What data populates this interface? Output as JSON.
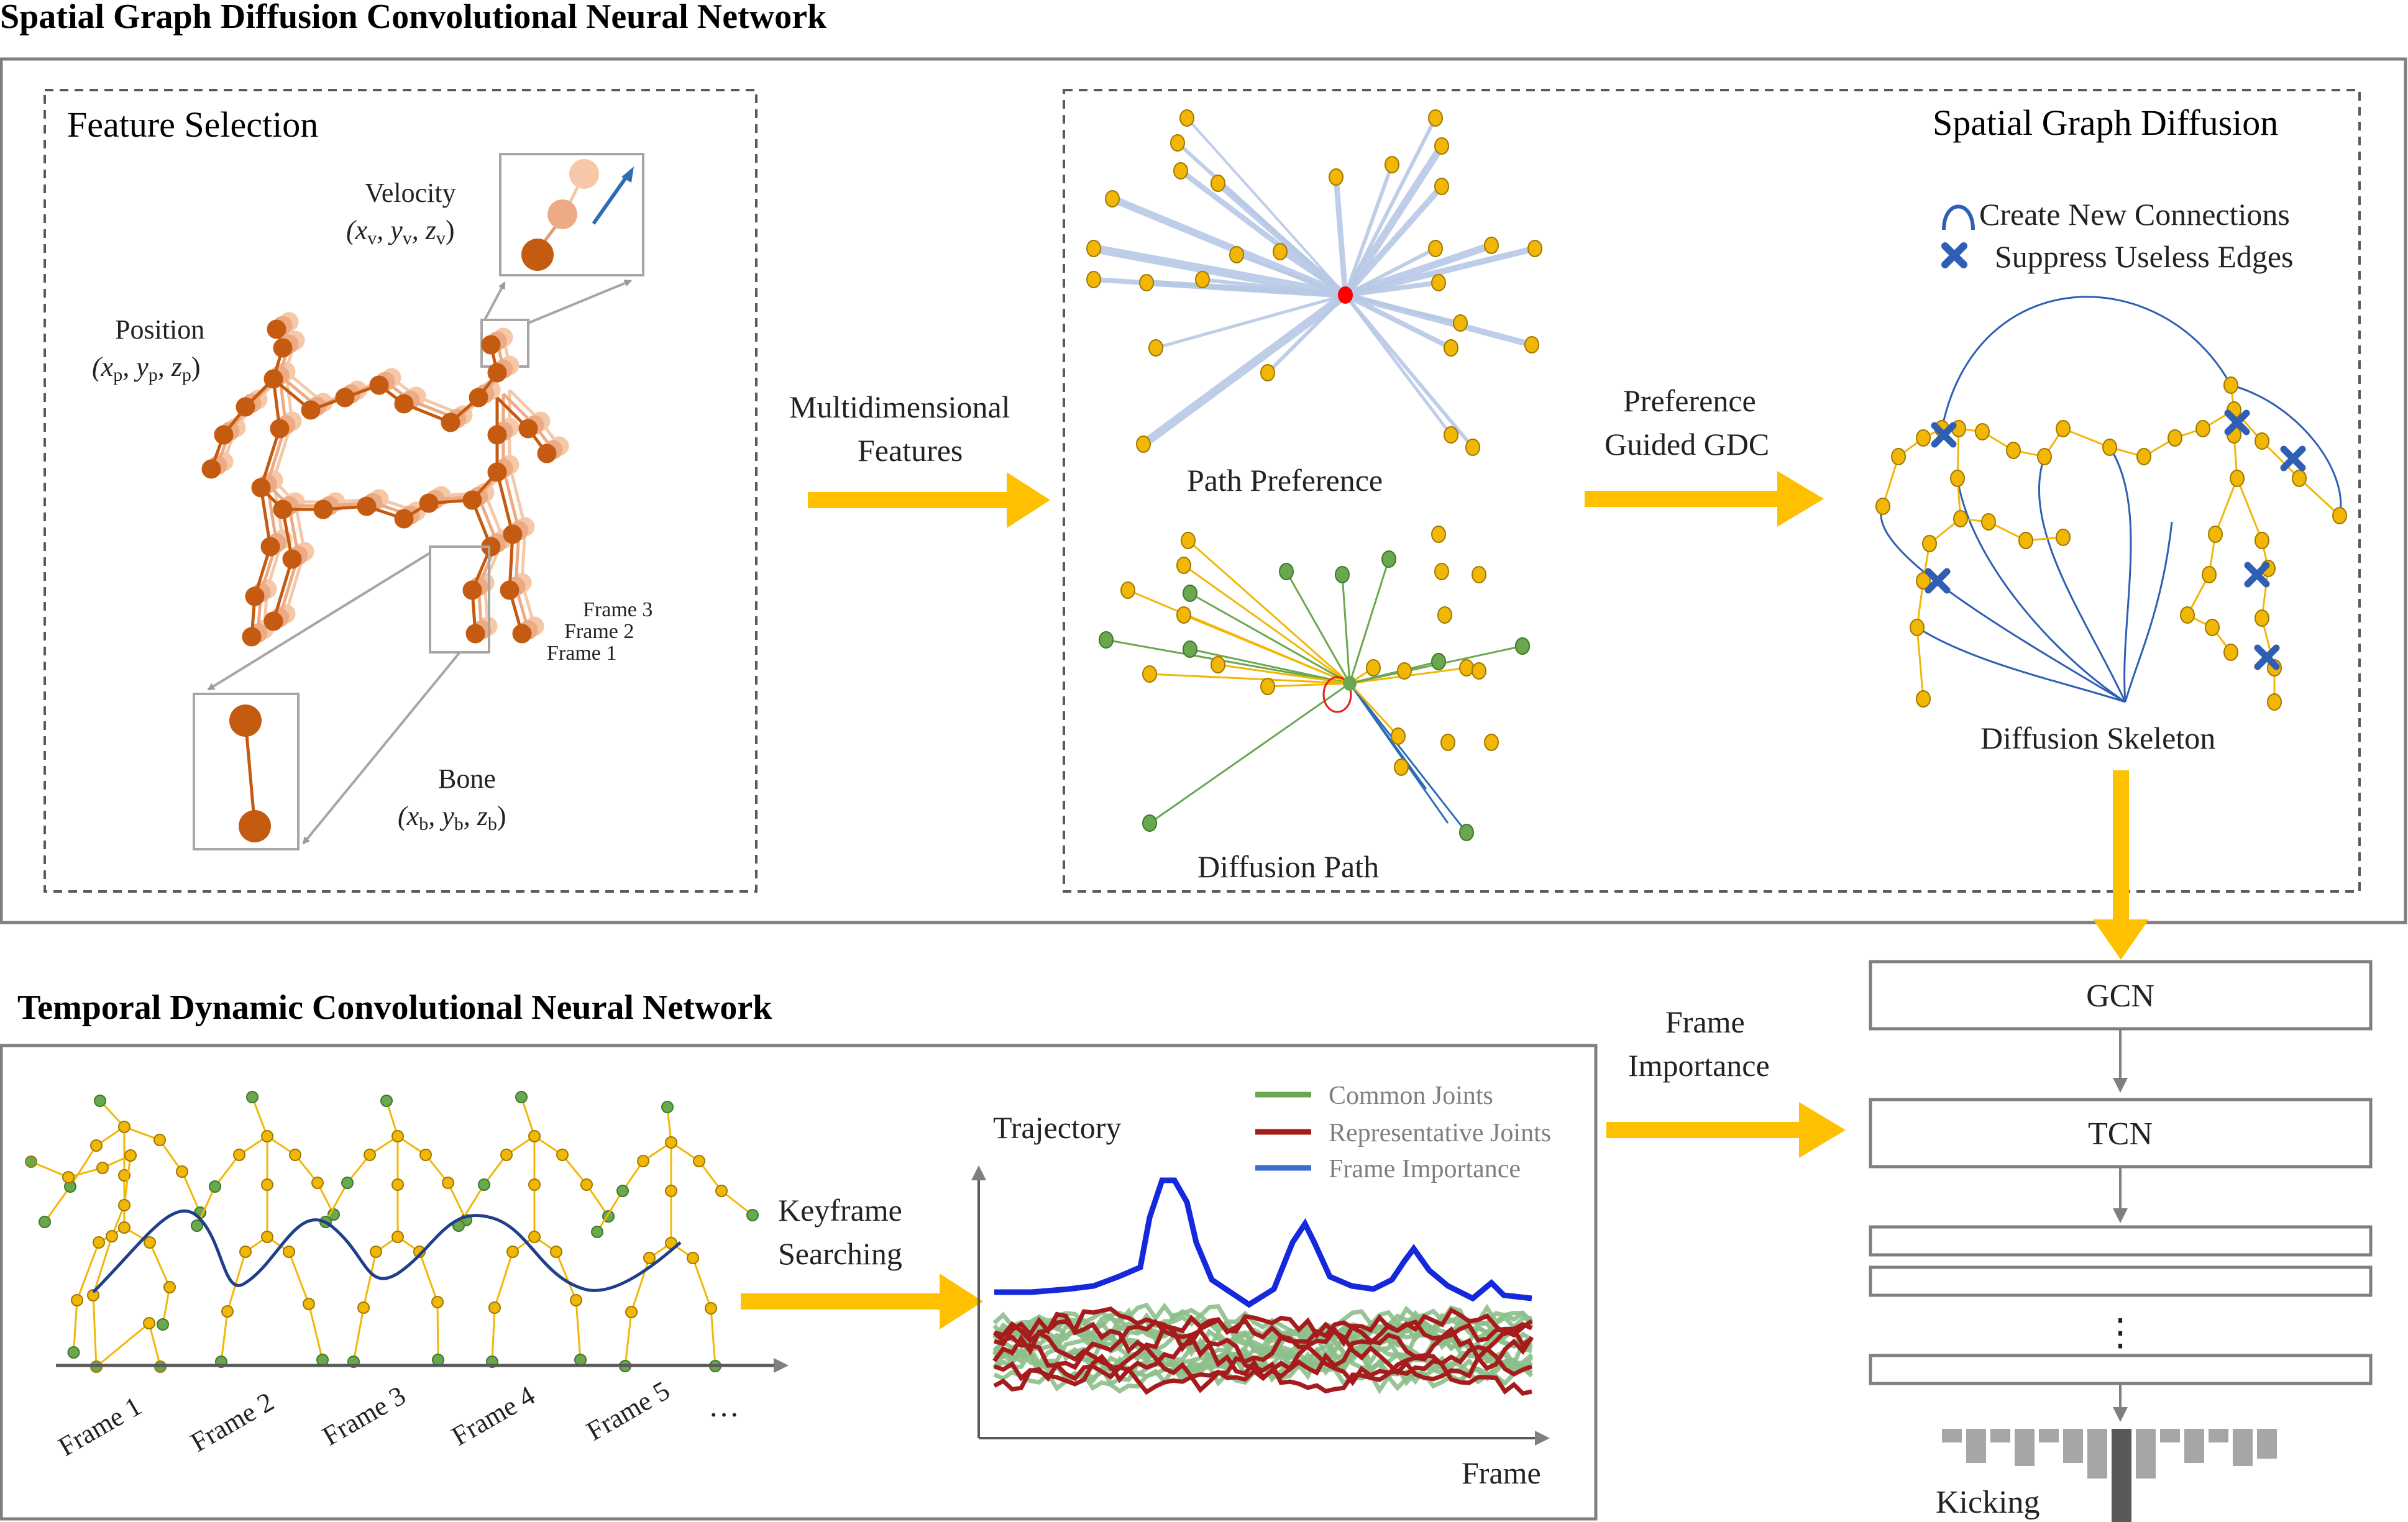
{
  "spatial": {
    "title": "Spatial Graph Diffusion Convolutional Neural Network",
    "feature_selection": {
      "title": "Feature Selection",
      "velocity_label": "Velocity",
      "velocity_formula": "(xv, yv, zv)",
      "position_label": "Position",
      "position_formula": "(xp, yp, zp)",
      "bone_label": "Bone",
      "bone_formula": "(xb, yb, zb)",
      "frame3": "Frame 3",
      "frame2": "Frame 2",
      "frame1": "Frame 1"
    },
    "arrow1_line1": "Multidimensional",
    "arrow1_line2": "Features",
    "diffusion": {
      "title": "Spatial Graph Diffusion",
      "path_preference": "Path Preference",
      "diffusion_path": "Diffusion Path",
      "arrow_line1": "Preference",
      "arrow_line2": "Guided GDC",
      "legend_connections": "Create New Connections",
      "legend_suppress": "Suppress Useless Edges",
      "diffusion_skeleton": "Diffusion Skeleton"
    }
  },
  "temporal": {
    "title": "Temporal Dynamic Convolutional Neural Network",
    "frames": [
      "Frame 1",
      "Frame 2",
      "Frame 3",
      "Frame 4",
      "Frame 5"
    ],
    "ellipsis": "…",
    "keyframe_line1": "Keyframe",
    "keyframe_line2": "Searching",
    "trajectory_label": "Trajectory",
    "frame_axis_label": "Frame",
    "legend": [
      "Common Joints",
      "Representative Joints",
      "Frame Importance"
    ],
    "frame_importance_line1": "Frame",
    "frame_importance_line2": "Importance"
  },
  "network": {
    "gcn": "GCN",
    "tcn": "TCN",
    "dots": "⋮",
    "output_label": "Kicking"
  },
  "colors": {
    "joint_yellow": "#F2B705",
    "joint_green": "#6AA84F",
    "skeleton_orange": "#C55A11",
    "arrow_yellow": "#FFC000",
    "frame_importance_blue": "#1428DC",
    "representative_red": "#A61C1C",
    "common_green": "#8DBF8B"
  }
}
